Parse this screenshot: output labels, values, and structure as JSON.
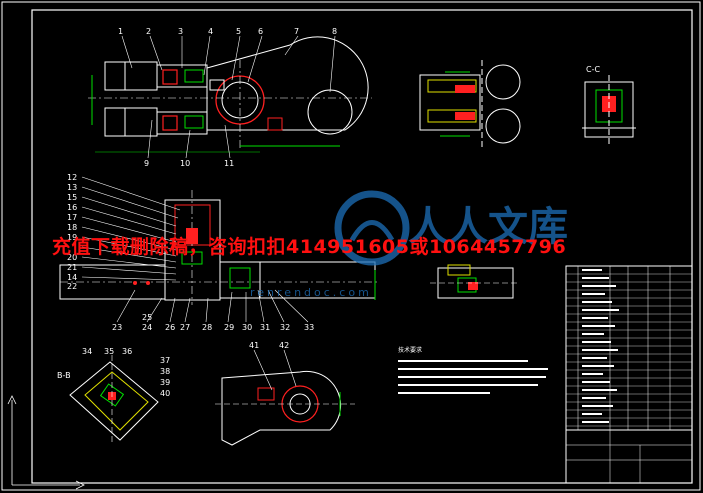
{
  "banner": {
    "text": "充值下载删除稿，咨询扣扣414951605或1064457796"
  },
  "watermark": {
    "text": "人人文库",
    "sub": "renrendoc.com",
    "color": "#1d6fb8"
  },
  "sections": {
    "cc": "C-C",
    "bb": "B-B"
  },
  "tech_requirements": {
    "title": "技术要求"
  },
  "part_numbers": {
    "top": [
      "1",
      "2",
      "3",
      "4",
      "5",
      "6",
      "7",
      "8"
    ],
    "top_bottom": [
      "9",
      "10",
      "11"
    ],
    "left": [
      "12",
      "13",
      "15",
      "16",
      "17",
      "18",
      "19",
      "20",
      "21",
      "14",
      "22"
    ],
    "bottom": [
      "23",
      "24",
      "25",
      "26",
      "27",
      "28",
      "29",
      "30",
      "31",
      "32",
      "33"
    ],
    "detail_b": [
      "34",
      "35",
      "36",
      "37",
      "38",
      "39",
      "40"
    ],
    "detail_arm": [
      "41",
      "42"
    ]
  },
  "colors": {
    "lines": "#ffffff",
    "part": "#ff2020",
    "green": "#00e000",
    "yellow": "#e0e000",
    "magenta": "#ff40ff",
    "cyan": "#00d0ff"
  }
}
